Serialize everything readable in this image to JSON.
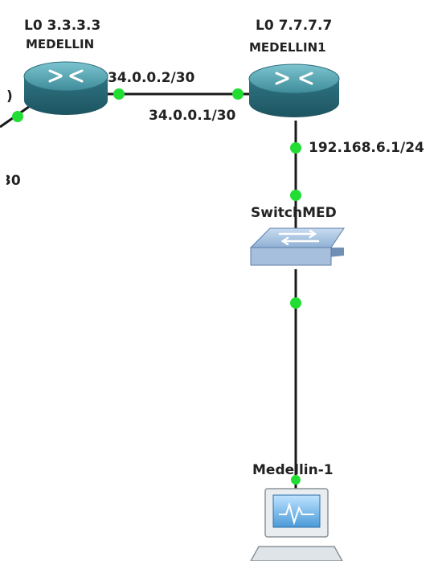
{
  "routers": [
    {
      "id": "r1",
      "loopback": "L0 3.3.3.3",
      "name": "MEDELLIN"
    },
    {
      "id": "r2",
      "loopback": "L0 7.7.7.7",
      "name": "MEDELLIN1"
    }
  ],
  "links": [
    {
      "from": "MEDELLIN",
      "to": "MEDELLIN1",
      "ip_from": "34.0.0.2/30",
      "ip_to": "34.0.0.1/30"
    },
    {
      "from": "MEDELLIN1",
      "to": "SwitchMED",
      "ip_from": "192.168.6.1/24"
    },
    {
      "from": "SwitchMED",
      "to": "Medellin-1"
    }
  ],
  "switch": {
    "name": "SwitchMED"
  },
  "host": {
    "name": "Medellin-1"
  },
  "partial_labels": {
    "left_edge_upper": ")",
    "left_edge_lower": "30"
  },
  "colors": {
    "router": "#3f8c9a",
    "link_dot": "#22dd33",
    "switch": "#9ab6d6",
    "link": "#1a1a1a"
  }
}
